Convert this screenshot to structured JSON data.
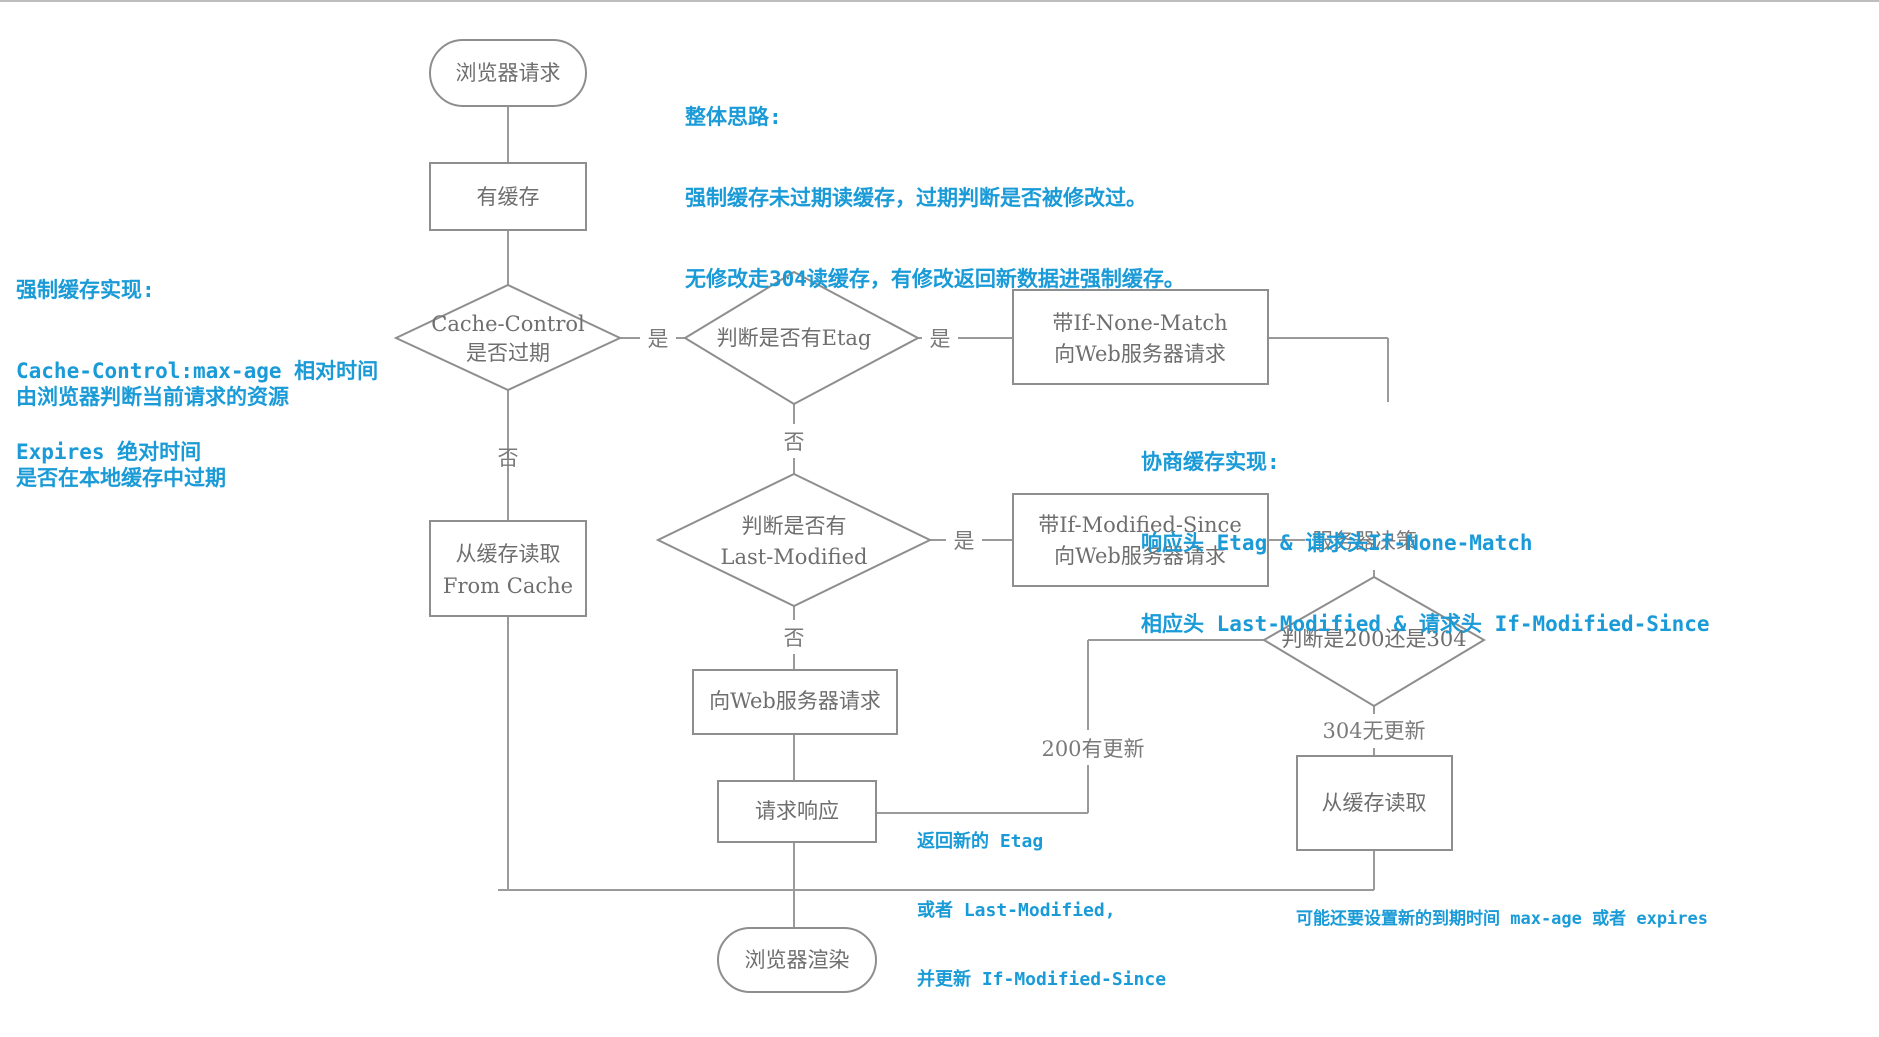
{
  "colors": {
    "annotation": "#1a9bd7",
    "flow_stroke": "#8e8e8e",
    "flow_text": "#6e6e6e"
  },
  "nodes": {
    "browser_request": "浏览器请求",
    "has_cache": "有缓存",
    "cache_control_l1": "Cache-Control",
    "cache_control_l2": "是否过期",
    "etag_check": "判断是否有Etag",
    "if_none_match_l1": "带If-None-Match",
    "if_none_match_l2": "向Web服务器请求",
    "read_from_cache_l1": "从缓存读取",
    "read_from_cache_l2": "From Cache",
    "last_modified_l1": "判断是否有",
    "last_modified_l2": "Last-Modified",
    "if_modified_since_l1": "带If-Modified-Since",
    "if_modified_since_l2": "向Web服务器请求",
    "web_request": "向Web服务器请求",
    "response": "请求响应",
    "status_check": "判断是200还是304",
    "read_cache": "从缓存读取",
    "render": "浏览器渲染"
  },
  "edges": {
    "yes_1": "是",
    "yes_2": "是",
    "yes_3": "是",
    "no_1": "否",
    "no_2": "否",
    "no_3": "否",
    "server_decides": "服务器决策",
    "updated_200": "200有更新",
    "not_modified_304": "304无更新"
  },
  "notes": {
    "overall": [
      "整体思路:",
      "强制缓存未过期读缓存，过期判断是否被修改过。",
      "无修改走304读缓存，有修改返回新数据进强制缓存。"
    ],
    "strong_cache": [
      "强制缓存实现:",
      "Cache-Control:max-age 相对时间",
      "Expires 绝对时间"
    ],
    "browser_judge": [
      "由浏览器判断当前请求的资源",
      "是否在本地缓存中过期"
    ],
    "negotiated": [
      "协商缓存实现:",
      "响应头 Etag & 请求头If-None-Match",
      "相应头 Last-Modified & 请求头 If-Modified-Since"
    ],
    "return_new": [
      "返回新的 Etag",
      "或者 Last-Modified,",
      "并更新 If-Modified-Since"
    ],
    "expire": "可能还要设置新的到期时间 max-age 或者 expires"
  }
}
